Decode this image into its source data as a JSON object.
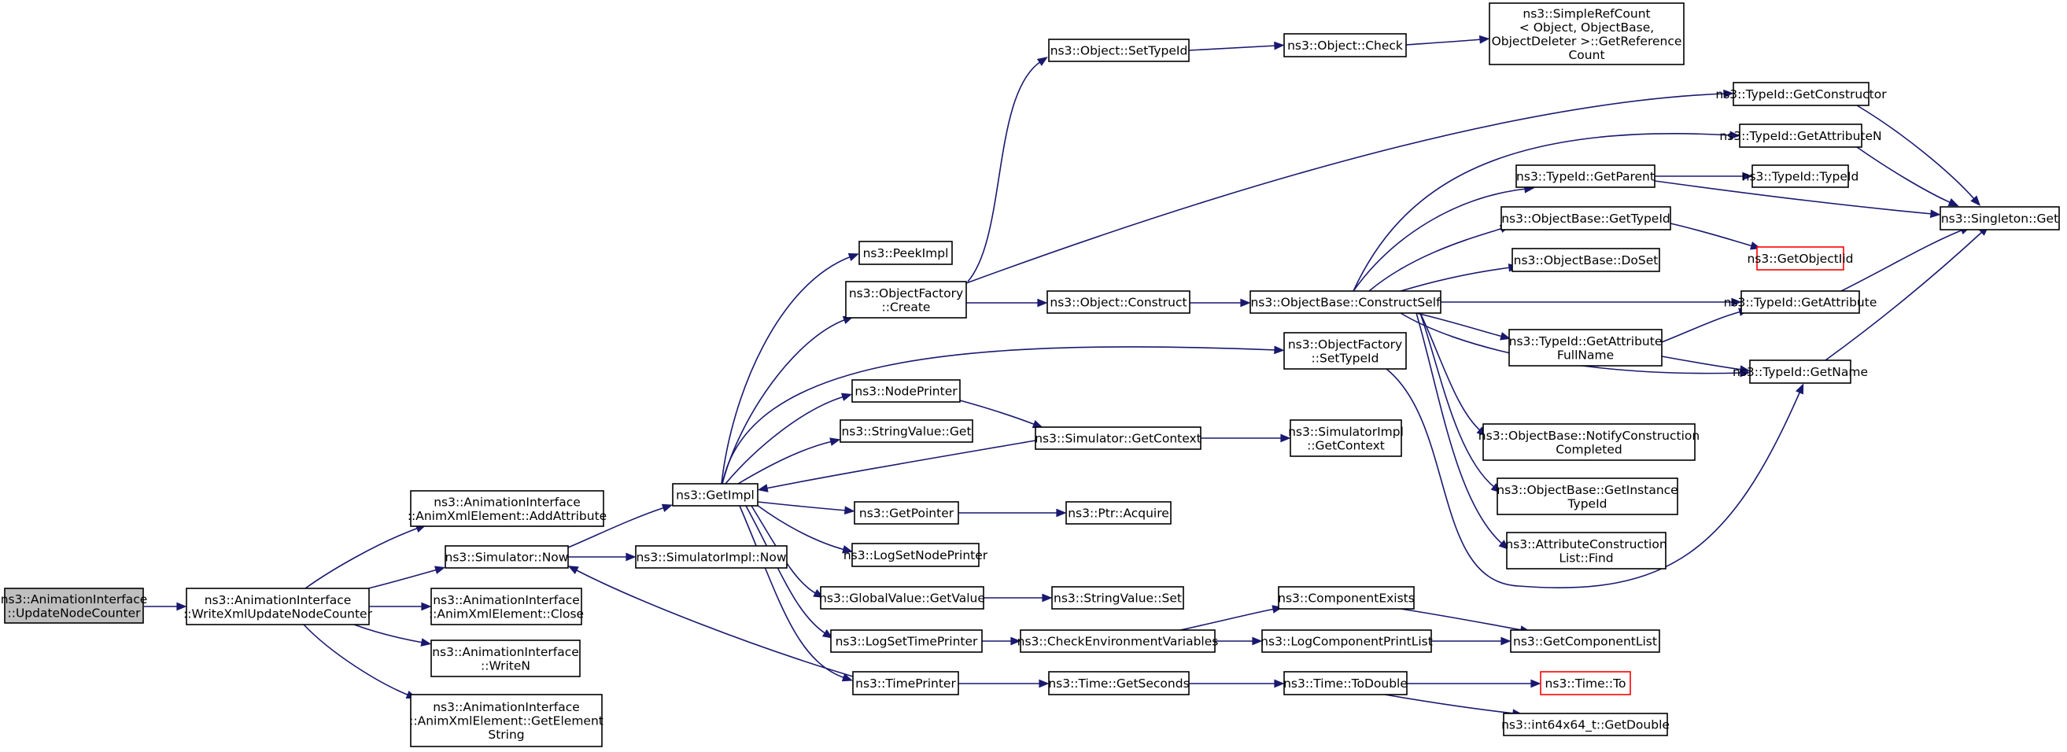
{
  "nodes": [
    {
      "id": "n0",
      "lines": [
        "ns3::AnimationInterface",
        "::UpdateNodeCounter"
      ],
      "root": true
    },
    {
      "id": "n1",
      "lines": [
        "ns3::AnimationInterface",
        "::WriteXmlUpdateNodeCounter"
      ]
    },
    {
      "id": "n2",
      "lines": [
        "ns3::AnimationInterface",
        "::AnimXmlElement::AddAttribute"
      ]
    },
    {
      "id": "n3",
      "lines": [
        "ns3::Simulator::Now"
      ]
    },
    {
      "id": "n4",
      "lines": [
        "ns3::AnimationInterface",
        "::AnimXmlElement::Close"
      ]
    },
    {
      "id": "n5",
      "lines": [
        "ns3::AnimationInterface",
        "::WriteN"
      ]
    },
    {
      "id": "n6",
      "lines": [
        "ns3::AnimationInterface",
        "::AnimXmlElement::GetElement",
        "String"
      ]
    },
    {
      "id": "n7",
      "lines": [
        "ns3::GetImpl"
      ]
    },
    {
      "id": "n8",
      "lines": [
        "ns3::SimulatorImpl::Now"
      ]
    },
    {
      "id": "n9",
      "lines": [
        "ns3::PeekImpl"
      ]
    },
    {
      "id": "n10",
      "lines": [
        "ns3::ObjectFactory",
        "::Create"
      ]
    },
    {
      "id": "n11",
      "lines": [
        "ns3::NodePrinter"
      ]
    },
    {
      "id": "n12",
      "lines": [
        "ns3::StringValue::Get"
      ]
    },
    {
      "id": "n13",
      "lines": [
        "ns3::GetPointer"
      ]
    },
    {
      "id": "n14",
      "lines": [
        "ns3::LogSetNodePrinter"
      ]
    },
    {
      "id": "n15",
      "lines": [
        "ns3::GlobalValue::GetValue"
      ]
    },
    {
      "id": "n16",
      "lines": [
        "ns3::LogSetTimePrinter"
      ]
    },
    {
      "id": "n17",
      "lines": [
        "ns3::TimePrinter"
      ]
    },
    {
      "id": "n18",
      "lines": [
        "ns3::Object::SetTypeId"
      ]
    },
    {
      "id": "n19",
      "lines": [
        "ns3::Object::Construct"
      ]
    },
    {
      "id": "n20",
      "lines": [
        "ns3::Simulator::GetContext"
      ]
    },
    {
      "id": "n21",
      "lines": [
        "ns3::Ptr::Acquire"
      ]
    },
    {
      "id": "n22",
      "lines": [
        "ns3::StringValue::Set"
      ]
    },
    {
      "id": "n23",
      "lines": [
        "ns3::CheckEnvironmentVariables"
      ]
    },
    {
      "id": "n24",
      "lines": [
        "ns3::Time::GetSeconds"
      ]
    },
    {
      "id": "n25",
      "lines": [
        "ns3::Object::Check"
      ]
    },
    {
      "id": "n26",
      "lines": [
        "ns3::ObjectBase::ConstructSelf"
      ]
    },
    {
      "id": "n27",
      "lines": [
        "ns3::ObjectFactory",
        "::SetTypeId"
      ]
    },
    {
      "id": "n28",
      "lines": [
        "ns3::SimulatorImpl",
        "::GetContext"
      ]
    },
    {
      "id": "n29",
      "lines": [
        "ns3::ComponentExists"
      ]
    },
    {
      "id": "n30",
      "lines": [
        "ns3::LogComponentPrintList"
      ]
    },
    {
      "id": "n31",
      "lines": [
        "ns3::Time::ToDouble"
      ]
    },
    {
      "id": "n32",
      "lines": [
        "ns3::SimpleRefCount",
        "< Object, ObjectBase,",
        " ObjectDeleter >::GetReference",
        "Count"
      ]
    },
    {
      "id": "n33",
      "lines": [
        "ns3::TypeId::GetParent"
      ]
    },
    {
      "id": "n34",
      "lines": [
        "ns3::ObjectBase::GetTypeId"
      ]
    },
    {
      "id": "n35",
      "lines": [
        "ns3::ObjectBase::DoSet"
      ]
    },
    {
      "id": "n36",
      "lines": [
        "ns3::TypeId::GetAttribute",
        "FullName"
      ]
    },
    {
      "id": "n37",
      "lines": [
        "ns3::ObjectBase::NotifyConstruction",
        "Completed"
      ]
    },
    {
      "id": "n38",
      "lines": [
        "ns3::ObjectBase::GetInstance",
        "TypeId"
      ]
    },
    {
      "id": "n39",
      "lines": [
        "ns3::AttributeConstruction",
        "List::Find"
      ]
    },
    {
      "id": "n40",
      "lines": [
        "ns3::GetComponentList"
      ]
    },
    {
      "id": "n41",
      "lines": [
        "ns3::Time::To"
      ],
      "truncated": true
    },
    {
      "id": "n42",
      "lines": [
        "ns3::int64x64_t::GetDouble"
      ]
    },
    {
      "id": "n43",
      "lines": [
        "ns3::TypeId::GetConstructor"
      ]
    },
    {
      "id": "n44",
      "lines": [
        "ns3::TypeId::GetAttributeN"
      ]
    },
    {
      "id": "n45",
      "lines": [
        "ns3::TypeId::TypeId"
      ]
    },
    {
      "id": "n46",
      "lines": [
        "ns3::GetObjectIid"
      ],
      "truncated": true
    },
    {
      "id": "n47",
      "lines": [
        "ns3::TypeId::GetAttribute"
      ]
    },
    {
      "id": "n48",
      "lines": [
        "ns3::TypeId::GetName"
      ]
    },
    {
      "id": "n49",
      "lines": [
        "ns3::Singleton::Get"
      ]
    }
  ],
  "edges": [
    [
      "n0",
      "n1"
    ],
    [
      "n1",
      "n2"
    ],
    [
      "n1",
      "n3"
    ],
    [
      "n1",
      "n4"
    ],
    [
      "n1",
      "n5"
    ],
    [
      "n1",
      "n6"
    ],
    [
      "n3",
      "n7"
    ],
    [
      "n3",
      "n8"
    ],
    [
      "n7",
      "n9"
    ],
    [
      "n7",
      "n10"
    ],
    [
      "n7",
      "n27"
    ],
    [
      "n7",
      "n11"
    ],
    [
      "n7",
      "n12"
    ],
    [
      "n7",
      "n13"
    ],
    [
      "n7",
      "n14"
    ],
    [
      "n7",
      "n15"
    ],
    [
      "n7",
      "n16"
    ],
    [
      "n7",
      "n17"
    ],
    [
      "n10",
      "n18"
    ],
    [
      "n10",
      "n19"
    ],
    [
      "n10",
      "n43"
    ],
    [
      "n11",
      "n20"
    ],
    [
      "n20",
      "n7"
    ],
    [
      "n20",
      "n28"
    ],
    [
      "n13",
      "n21"
    ],
    [
      "n15",
      "n22"
    ],
    [
      "n16",
      "n23"
    ],
    [
      "n17",
      "n3"
    ],
    [
      "n17",
      "n24"
    ],
    [
      "n18",
      "n25"
    ],
    [
      "n25",
      "n32"
    ],
    [
      "n19",
      "n26"
    ],
    [
      "n26",
      "n44"
    ],
    [
      "n26",
      "n33"
    ],
    [
      "n26",
      "n34"
    ],
    [
      "n26",
      "n35"
    ],
    [
      "n26",
      "n47"
    ],
    [
      "n26",
      "n36"
    ],
    [
      "n26",
      "n48"
    ],
    [
      "n26",
      "n37"
    ],
    [
      "n26",
      "n38"
    ],
    [
      "n26",
      "n39"
    ],
    [
      "n27",
      "n48"
    ],
    [
      "n23",
      "n29"
    ],
    [
      "n23",
      "n30"
    ],
    [
      "n29",
      "n40"
    ],
    [
      "n30",
      "n40"
    ],
    [
      "n24",
      "n31"
    ],
    [
      "n31",
      "n41"
    ],
    [
      "n31",
      "n42"
    ],
    [
      "n33",
      "n45"
    ],
    [
      "n33",
      "n49"
    ],
    [
      "n34",
      "n46"
    ],
    [
      "n36",
      "n47"
    ],
    [
      "n36",
      "n48"
    ],
    [
      "n43",
      "n49"
    ],
    [
      "n44",
      "n49"
    ],
    [
      "n47",
      "n49"
    ],
    [
      "n48",
      "n49"
    ]
  ]
}
